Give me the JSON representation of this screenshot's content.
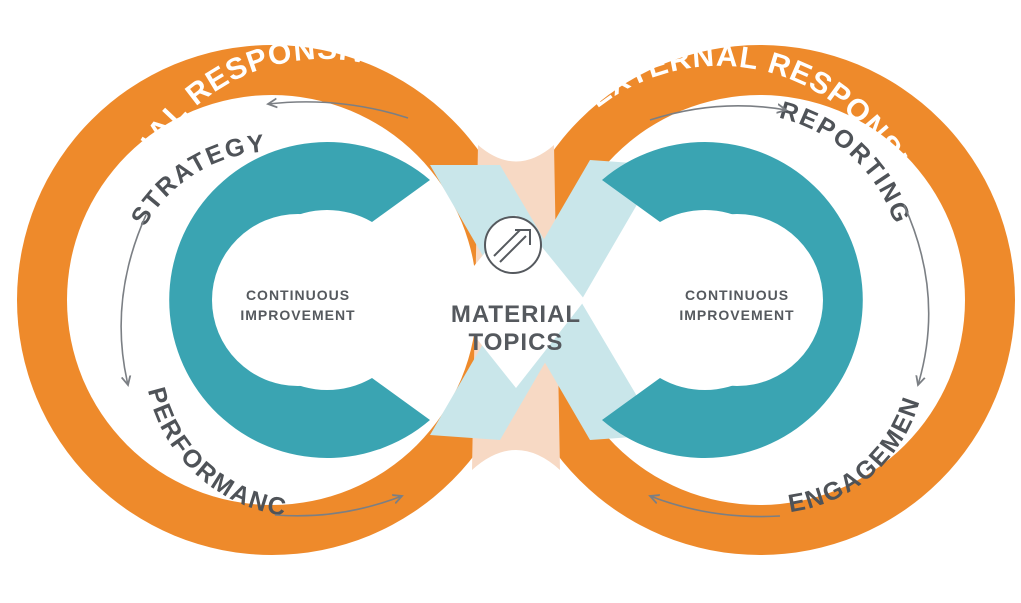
{
  "colors": {
    "orange": "#ee8a2b",
    "teal": "#3aa4b2",
    "light_teal": "#c9e6ea",
    "peach": "#f7d9c4",
    "gray_text": "#4f5358",
    "arrow_gray": "#7b7f84"
  },
  "left_loop": {
    "arc_label": "INTERNAL RESPONSIVENESS",
    "top_label": "STRATEGY",
    "bottom_label": "PERFORMANCE",
    "center_line1": "CONTINUOUS",
    "center_line2": "IMPROVEMENT"
  },
  "right_loop": {
    "arc_label": "EXTERNAL RESPONSIVENESS",
    "top_label": "REPORTING",
    "bottom_label": "ENGAGEMENT",
    "center_line1": "CONTINUOUS",
    "center_line2": "IMPROVEMENT"
  },
  "center": {
    "line1": "MATERIAL",
    "line2": "TOPICS",
    "icon": "trend-arrow-icon"
  }
}
